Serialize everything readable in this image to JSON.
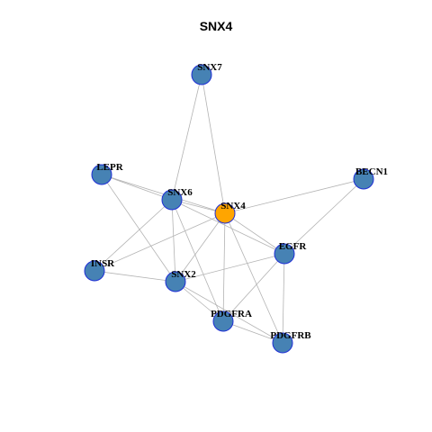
{
  "title": "SNX4",
  "colors": {
    "background": "#ffffff",
    "edge": "#b3b3b3",
    "node_fill": "#4682b4",
    "node_stroke": "#1f2fd6",
    "hub_fill": "#ffa500",
    "hub_stroke": "#1f2fd6"
  },
  "nodes": [
    {
      "id": "SNX7",
      "label": "SNX7",
      "hub": false
    },
    {
      "id": "LEPR",
      "label": "LEPR",
      "hub": false
    },
    {
      "id": "BECN1",
      "label": "BECN1",
      "hub": false
    },
    {
      "id": "SNX6",
      "label": "SNX6",
      "hub": false
    },
    {
      "id": "SNX4",
      "label": "SNX4",
      "hub": true
    },
    {
      "id": "EGFR",
      "label": "EGFR",
      "hub": false
    },
    {
      "id": "INSR",
      "label": "INSR",
      "hub": false
    },
    {
      "id": "SNX2",
      "label": "SNX2",
      "hub": false
    },
    {
      "id": "PDGFRA",
      "label": "PDGFRA",
      "hub": false
    },
    {
      "id": "PDGFRB",
      "label": "PDGFRB",
      "hub": false
    }
  ],
  "edges": [
    [
      "SNX7",
      "SNX6"
    ],
    [
      "SNX7",
      "SNX4"
    ],
    [
      "LEPR",
      "SNX6"
    ],
    [
      "LEPR",
      "SNX4"
    ],
    [
      "LEPR",
      "SNX2"
    ],
    [
      "BECN1",
      "SNX4"
    ],
    [
      "BECN1",
      "EGFR"
    ],
    [
      "SNX6",
      "SNX4"
    ],
    [
      "SNX6",
      "EGFR"
    ],
    [
      "SNX6",
      "INSR"
    ],
    [
      "SNX6",
      "SNX2"
    ],
    [
      "SNX6",
      "PDGFRA"
    ],
    [
      "SNX4",
      "EGFR"
    ],
    [
      "SNX4",
      "INSR"
    ],
    [
      "SNX4",
      "SNX2"
    ],
    [
      "SNX4",
      "PDGFRA"
    ],
    [
      "SNX4",
      "PDGFRB"
    ],
    [
      "EGFR",
      "SNX2"
    ],
    [
      "EGFR",
      "PDGFRA"
    ],
    [
      "EGFR",
      "PDGFRB"
    ],
    [
      "INSR",
      "SNX2"
    ],
    [
      "SNX2",
      "PDGFRA"
    ],
    [
      "SNX2",
      "PDGFRB"
    ],
    [
      "PDGFRA",
      "PDGFRB"
    ]
  ]
}
